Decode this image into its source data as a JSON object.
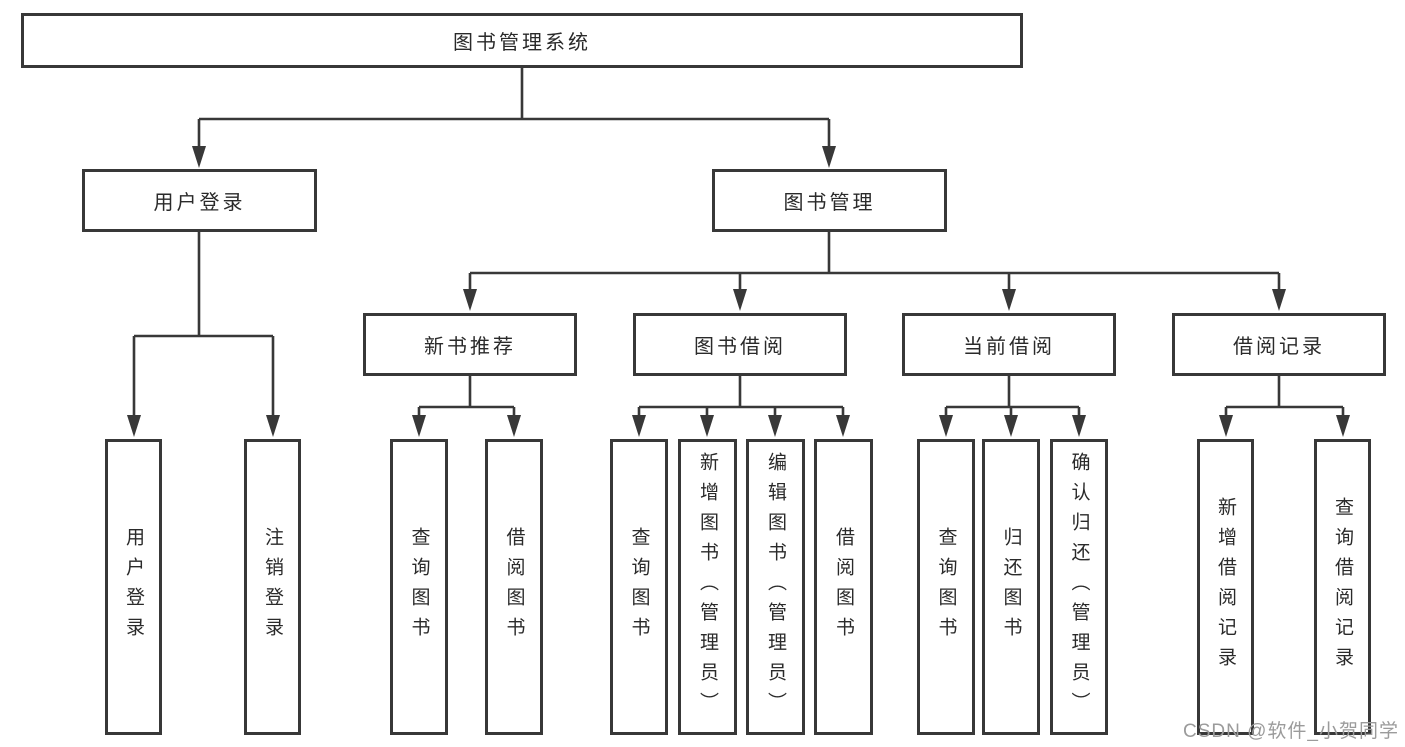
{
  "tree": {
    "root": {
      "label": "图书管理系统",
      "children": [
        {
          "label": "用户登录",
          "children": [
            {
              "label": "用户登录"
            },
            {
              "label": "注销登录"
            }
          ]
        },
        {
          "label": "图书管理",
          "children": [
            {
              "label": "新书推荐",
              "children": [
                {
                  "label": "查询图书"
                },
                {
                  "label": "借阅图书"
                }
              ]
            },
            {
              "label": "图书借阅",
              "children": [
                {
                  "label": "查询图书"
                },
                {
                  "label": "新增图书（管理员）"
                },
                {
                  "label": "编辑图书（管理员）"
                },
                {
                  "label": "借阅图书"
                }
              ]
            },
            {
              "label": "当前借阅",
              "children": [
                {
                  "label": "查询图书"
                },
                {
                  "label": "归还图书"
                },
                {
                  "label": "确认归还（管理员）"
                }
              ]
            },
            {
              "label": "借阅记录",
              "children": [
                {
                  "label": "新增借阅记录"
                },
                {
                  "label": "查询借阅记录"
                }
              ]
            }
          ]
        }
      ]
    }
  },
  "watermark": "CSDN @软件_小贺同学",
  "colors": {
    "line": "#383838",
    "text": "#2a2a2a",
    "box_background": "#ffffff",
    "watermark": "#9b9b9b",
    "background": "#ffffff"
  }
}
